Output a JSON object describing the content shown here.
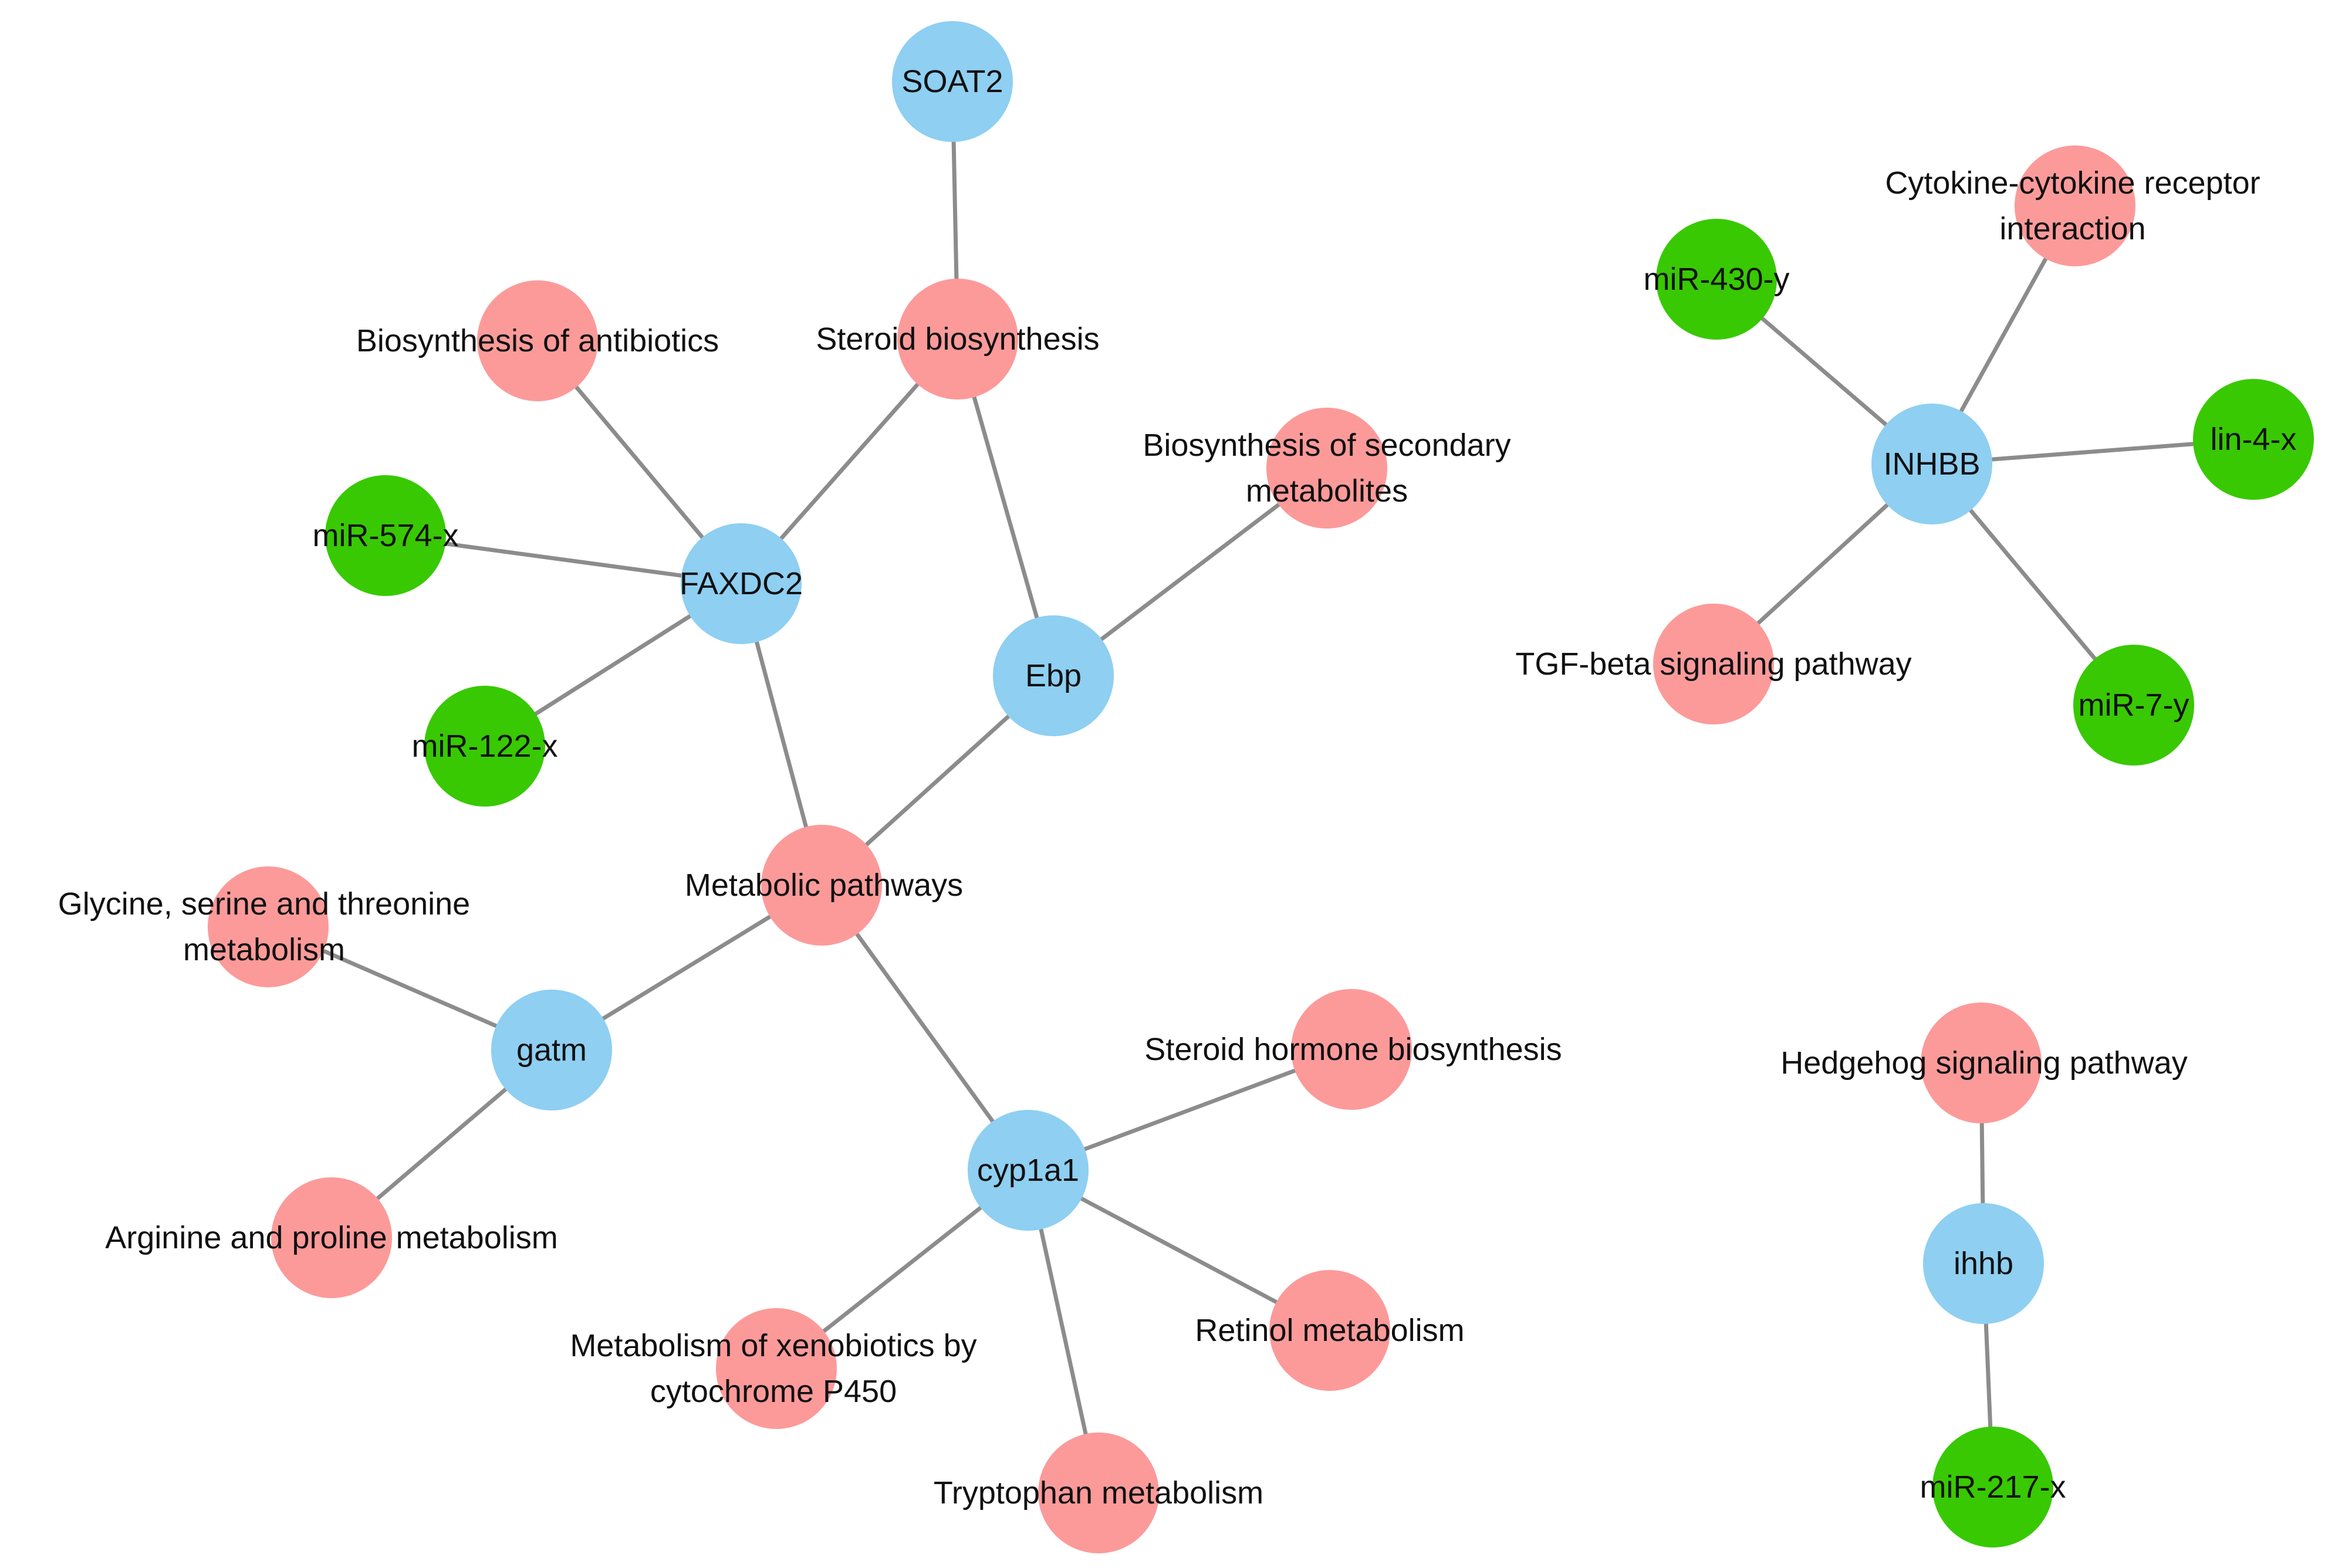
{
  "colors": {
    "gene": "#8ecff2",
    "pathway": "#fc9a9a",
    "mirna": "#38c902",
    "edge": "#8c8c8c"
  },
  "nodes": [
    {
      "id": "soat2",
      "type": "gene",
      "label": [
        "SOAT2"
      ]
    },
    {
      "id": "faxdc2",
      "type": "gene",
      "label": [
        "FAXDC2"
      ]
    },
    {
      "id": "ebp",
      "type": "gene",
      "label": [
        "Ebp"
      ]
    },
    {
      "id": "gatm",
      "type": "gene",
      "label": [
        "gatm"
      ]
    },
    {
      "id": "cyp1a1",
      "type": "gene",
      "label": [
        "cyp1a1"
      ]
    },
    {
      "id": "inhbb",
      "type": "gene",
      "label": [
        "INHBB"
      ]
    },
    {
      "id": "ihhb",
      "type": "gene",
      "label": [
        "ihhb"
      ]
    },
    {
      "id": "steroid-biosynthesis",
      "type": "pathway",
      "label": [
        "Steroid biosynthesis"
      ]
    },
    {
      "id": "biosynthesis-antibiotics",
      "type": "pathway",
      "label": [
        "Biosynthesis of antibiotics"
      ]
    },
    {
      "id": "biosynthesis-secondary-metabolites",
      "type": "pathway",
      "label": [
        "Biosynthesis of secondary",
        "metabolites"
      ]
    },
    {
      "id": "metabolic-pathways",
      "type": "pathway",
      "label": [
        "Metabolic pathways"
      ]
    },
    {
      "id": "glycine-serine-threonine",
      "type": "pathway",
      "label": [
        "Glycine, serine and threonine",
        "metabolism"
      ]
    },
    {
      "id": "arginine-proline",
      "type": "pathway",
      "label": [
        "Arginine and proline metabolism"
      ]
    },
    {
      "id": "steroid-hormone-biosynthesis",
      "type": "pathway",
      "label": [
        "Steroid hormone biosynthesis"
      ]
    },
    {
      "id": "retinol-metabolism",
      "type": "pathway",
      "label": [
        "Retinol metabolism"
      ]
    },
    {
      "id": "xenobiotics-p450",
      "type": "pathway",
      "label": [
        "Metabolism of xenobiotics by",
        "cytochrome P450"
      ]
    },
    {
      "id": "tryptophan-metabolism",
      "type": "pathway",
      "label": [
        "Tryptophan metabolism"
      ]
    },
    {
      "id": "cytokine-receptor",
      "type": "pathway",
      "label": [
        "Cytokine-cytokine receptor",
        "interaction"
      ]
    },
    {
      "id": "tgf-beta",
      "type": "pathway",
      "label": [
        "TGF-beta signaling pathway"
      ]
    },
    {
      "id": "hedgehog",
      "type": "pathway",
      "label": [
        "Hedgehog signaling pathway"
      ]
    },
    {
      "id": "mir-574-x",
      "type": "mirna",
      "label": [
        "miR-574-x"
      ]
    },
    {
      "id": "mir-122-x",
      "type": "mirna",
      "label": [
        "miR-122-x"
      ]
    },
    {
      "id": "mir-430-y",
      "type": "mirna",
      "label": [
        "miR-430-y"
      ]
    },
    {
      "id": "lin-4-x",
      "type": "mirna",
      "label": [
        "lin-4-x"
      ]
    },
    {
      "id": "mir-7-y",
      "type": "mirna",
      "label": [
        "miR-7-y"
      ]
    },
    {
      "id": "mir-217-x",
      "type": "mirna",
      "label": [
        "miR-217-x"
      ]
    }
  ],
  "edges": [
    [
      "soat2",
      "steroid-biosynthesis"
    ],
    [
      "steroid-biosynthesis",
      "faxdc2"
    ],
    [
      "steroid-biosynthesis",
      "ebp"
    ],
    [
      "biosynthesis-antibiotics",
      "faxdc2"
    ],
    [
      "mir-574-x",
      "faxdc2"
    ],
    [
      "mir-122-x",
      "faxdc2"
    ],
    [
      "faxdc2",
      "metabolic-pathways"
    ],
    [
      "ebp",
      "biosynthesis-secondary-metabolites"
    ],
    [
      "ebp",
      "metabolic-pathways"
    ],
    [
      "metabolic-pathways",
      "gatm"
    ],
    [
      "metabolic-pathways",
      "cyp1a1"
    ],
    [
      "glycine-serine-threonine",
      "gatm"
    ],
    [
      "gatm",
      "arginine-proline"
    ],
    [
      "cyp1a1",
      "steroid-hormone-biosynthesis"
    ],
    [
      "cyp1a1",
      "retinol-metabolism"
    ],
    [
      "cyp1a1",
      "xenobiotics-p450"
    ],
    [
      "cyp1a1",
      "tryptophan-metabolism"
    ],
    [
      "mir-430-y",
      "inhbb"
    ],
    [
      "cytokine-receptor",
      "inhbb"
    ],
    [
      "inhbb",
      "lin-4-x"
    ],
    [
      "inhbb",
      "tgf-beta"
    ],
    [
      "inhbb",
      "mir-7-y"
    ],
    [
      "hedgehog",
      "ihhb"
    ],
    [
      "ihhb",
      "mir-217-x"
    ]
  ]
}
